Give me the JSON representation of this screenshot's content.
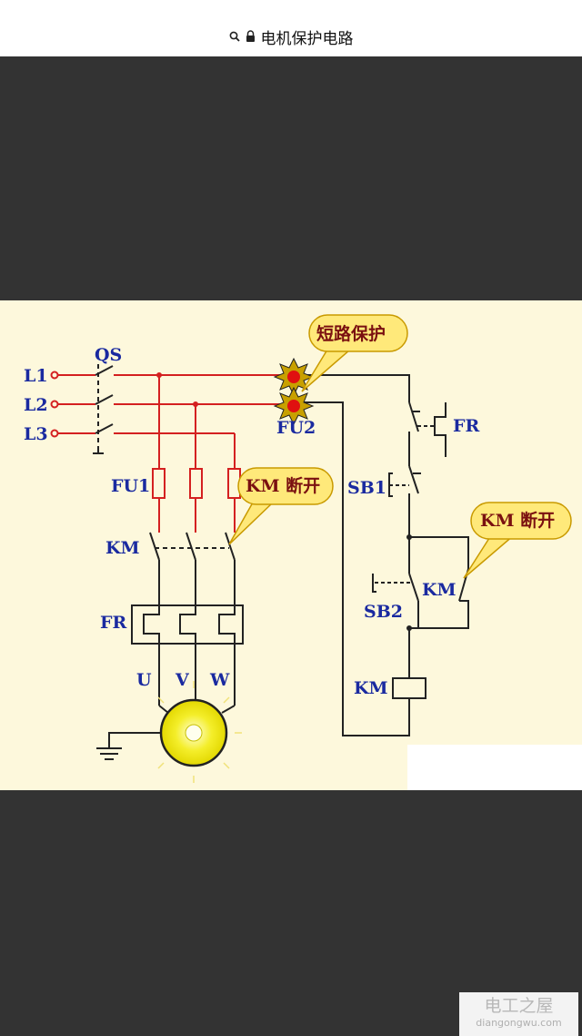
{
  "address_bar": {
    "title": "电机保护电路"
  },
  "diagram": {
    "lines": [
      "L1",
      "L2",
      "L3"
    ],
    "switch": "QS",
    "fuse_main": "FU1",
    "fuse_control": "FU2",
    "contactor": "KM",
    "overload": "FR",
    "phases": [
      "U",
      "V",
      "W"
    ],
    "stop_button": "SB1",
    "start_button": "SB2",
    "aux_contact": "KM",
    "coil": "KM",
    "fr_contact": "FR",
    "callouts": {
      "short_circuit": "短路保护",
      "km_open_main": "KM 断开",
      "km_open_control": "KM 断开"
    }
  },
  "watermark": {
    "title": "电工之屋",
    "url": "diangongwu.com"
  }
}
